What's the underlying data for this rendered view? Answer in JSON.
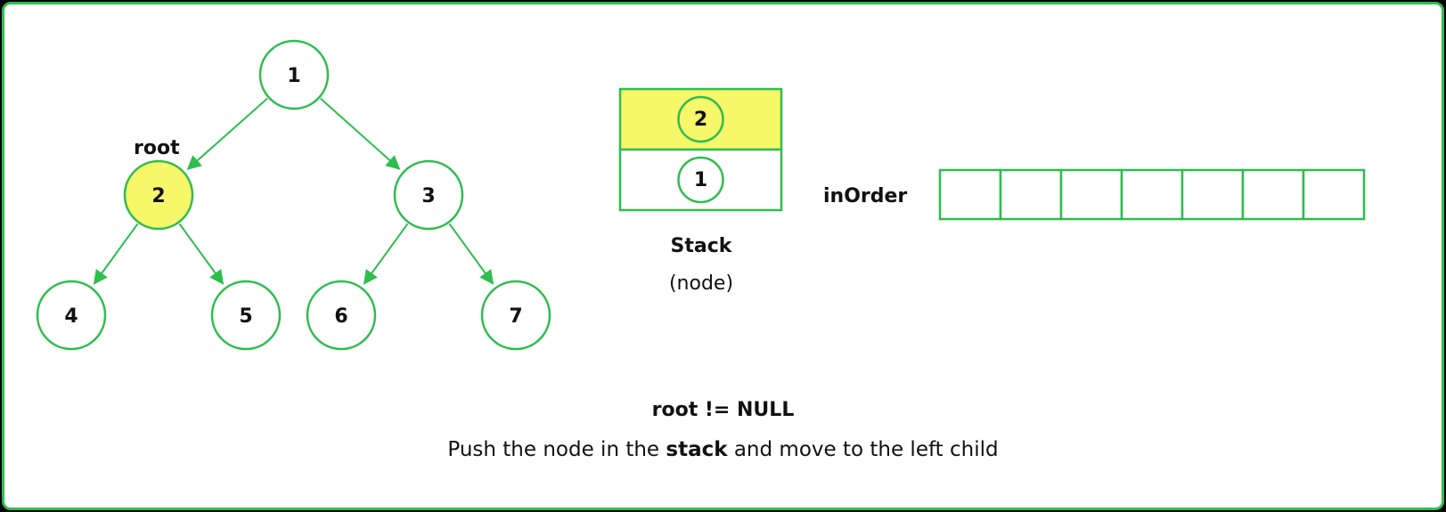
{
  "tree": {
    "nodes": [
      {
        "id": "1",
        "label": "1",
        "highlighted": false
      },
      {
        "id": "2",
        "label": "2",
        "highlighted": true
      },
      {
        "id": "3",
        "label": "3",
        "highlighted": false
      },
      {
        "id": "4",
        "label": "4",
        "highlighted": false
      },
      {
        "id": "5",
        "label": "5",
        "highlighted": false
      },
      {
        "id": "6",
        "label": "6",
        "highlighted": false
      },
      {
        "id": "7",
        "label": "7",
        "highlighted": false
      }
    ],
    "edges": [
      {
        "from": "1",
        "to": "2"
      },
      {
        "from": "1",
        "to": "3"
      },
      {
        "from": "2",
        "to": "4"
      },
      {
        "from": "2",
        "to": "5"
      },
      {
        "from": "3",
        "to": "6"
      },
      {
        "from": "3",
        "to": "7"
      }
    ],
    "pointer_label": "root",
    "pointer_target": "2"
  },
  "stack": {
    "title": "Stack",
    "subtitle": "(node)",
    "items": [
      {
        "label": "2",
        "highlighted": true
      },
      {
        "label": "1",
        "highlighted": false
      }
    ]
  },
  "inorder": {
    "label": "inOrder",
    "cells": [
      "",
      "",
      "",
      "",
      "",
      "",
      ""
    ]
  },
  "caption": {
    "title": "root != NULL",
    "text_before": "Push the node in the ",
    "text_bold": "stack",
    "text_after": " and move to the left child"
  },
  "colors": {
    "green": "#2ebd4e",
    "highlight": "#f7f76a",
    "background": "#ffffff",
    "outer": "#000000"
  }
}
